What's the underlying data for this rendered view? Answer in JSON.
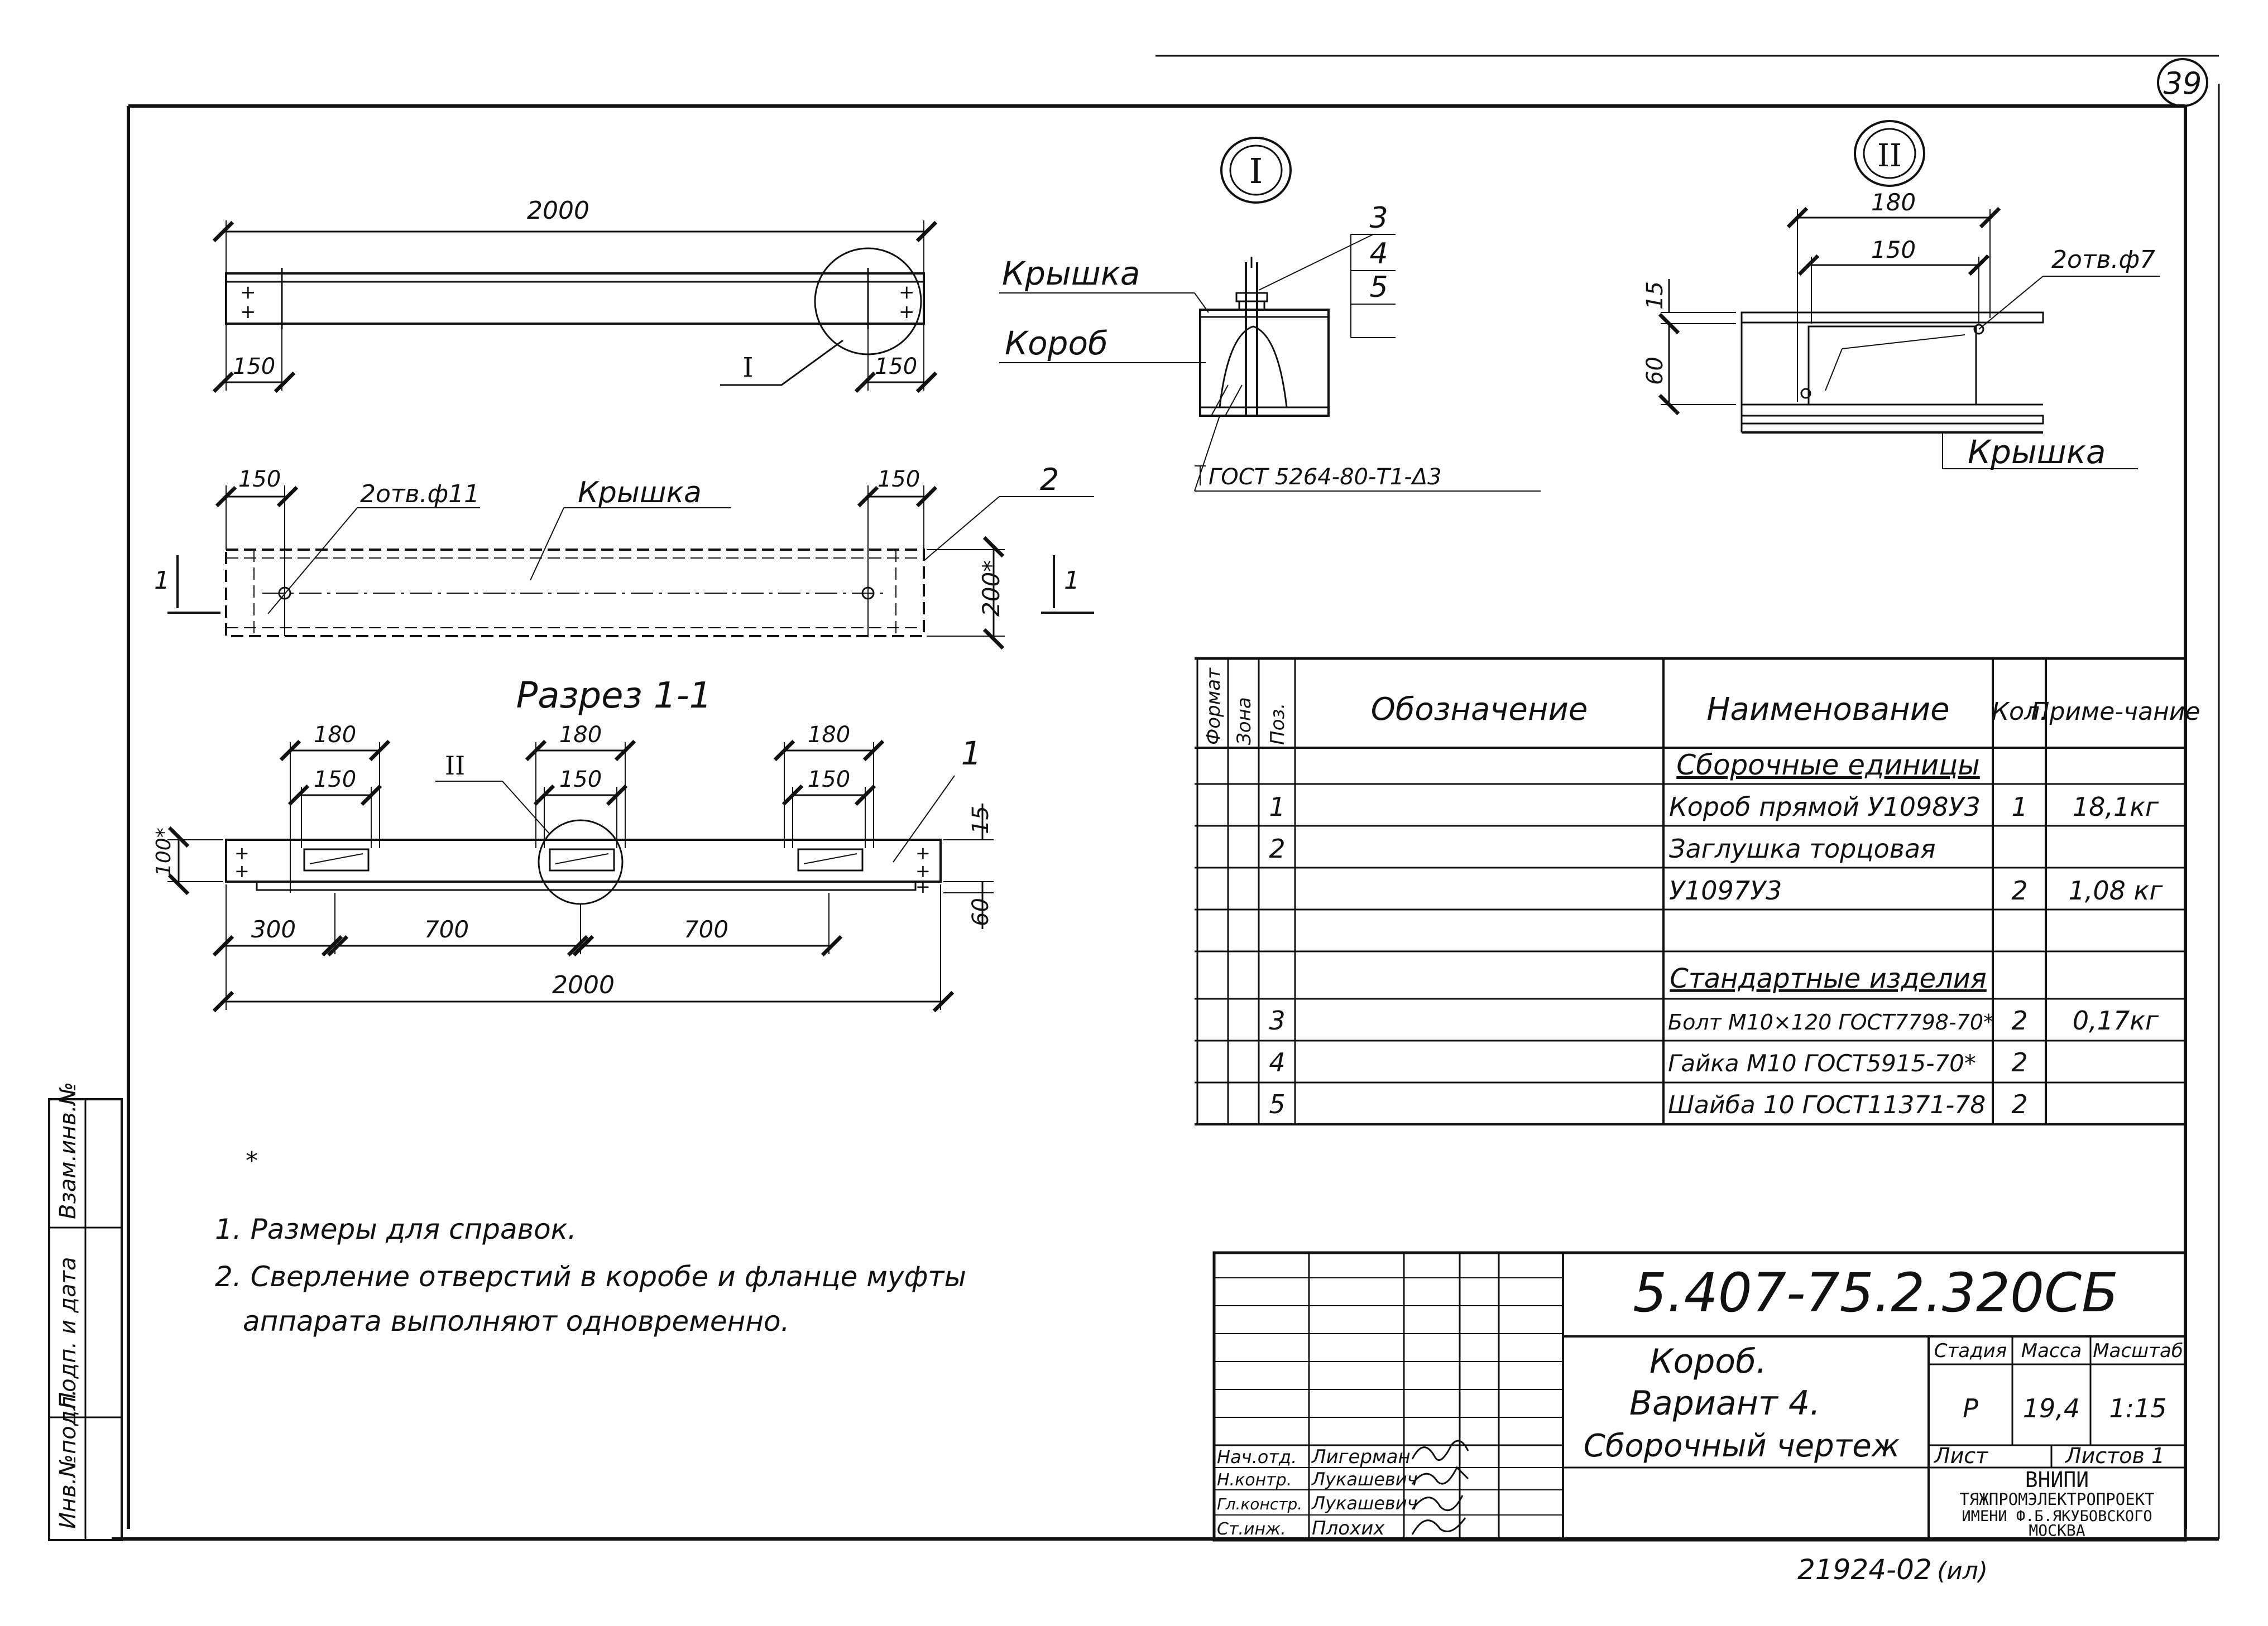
{
  "sheet": {
    "number": "39"
  },
  "callouts": {
    "detail_1": "I",
    "detail_2": "II"
  },
  "view_top": {
    "length": "2000",
    "end_left": "150",
    "end_right": "150",
    "detail_ref": "I"
  },
  "view_plan": {
    "end_left": "150",
    "end_right": "150",
    "hole_note": "2отв.ф11",
    "cover_label": "Крышка",
    "width_mark": "200*",
    "part_pos": "2",
    "section_mark": "1"
  },
  "section": {
    "title": "Разрез 1-1",
    "windows": [
      {
        "outer": "180",
        "inner": "150"
      },
      {
        "outer": "180",
        "inner": "150"
      },
      {
        "outer": "180",
        "inner": "150"
      }
    ],
    "detail_ref": "II",
    "part_pos": "1",
    "height_mark": "100*",
    "dim_15": "15",
    "dim_60": "60",
    "spacing": [
      "300",
      "700",
      "700"
    ],
    "length": "2000"
  },
  "detail_1": {
    "pos_3": "3",
    "pos_4": "4",
    "pos_5": "5",
    "cover_label": "Крышка",
    "box_label": "Короб",
    "weld_note": "ГОСТ 5264-80-Т1-Δ3"
  },
  "detail_2": {
    "dim_outer": "180",
    "dim_inner": "150",
    "hole_note": "2отв.ф7",
    "dim_15": "15",
    "dim_60": "60",
    "cover_label": "Крышка"
  },
  "spec_table": {
    "headers": {
      "format": "Формат",
      "zone": "Зона",
      "pos": "Поз.",
      "designation": "Обозначение",
      "name": "Наименование",
      "qty": "Кол.",
      "note": "Приме-чание"
    },
    "rows": [
      {
        "pos": "",
        "name": "Сборочные единицы",
        "qty": "",
        "note": "",
        "section": true
      },
      {
        "pos": "1",
        "name": "Короб прямой У1098У3",
        "qty": "1",
        "note": "18,1кг"
      },
      {
        "pos": "2",
        "name": "Заглушка торцовая",
        "qty": "",
        "note": ""
      },
      {
        "pos": "",
        "name": "У1097У3",
        "qty": "2",
        "note": "1,08 кг"
      },
      {
        "pos": "",
        "name": "",
        "qty": "",
        "note": ""
      },
      {
        "pos": "",
        "name": "Стандартные изделия",
        "qty": "",
        "note": "",
        "section": true
      },
      {
        "pos": "3",
        "name": "Болт М10×120 ГОСТ7798-70*",
        "qty": "2",
        "note": "0,17кг"
      },
      {
        "pos": "4",
        "name": "Гайка М10 ГОСТ5915-70*",
        "qty": "2",
        "note": ""
      },
      {
        "pos": "5",
        "name": "Шайба 10 ГОСТ11371-78",
        "qty": "2",
        "note": ""
      }
    ]
  },
  "notes": {
    "asterisk": "*",
    "items": [
      "1. Размеры для справок.",
      "2. Сверление отверстий в коробе и фланце муфты",
      "аппарата выполняют одновременно."
    ]
  },
  "title_block": {
    "doc_code": "5.407-75.2.320СБ",
    "title_lines": [
      "Короб.",
      "Вариант 4.",
      "Сборочный чертеж"
    ],
    "stage_label": "Стадия",
    "mass_label": "Масса",
    "scale_label": "Масштаб",
    "stage": "Р",
    "mass": "19,4",
    "scale": "1:15",
    "sheet_label": "Лист",
    "sheets_label": "Листов 1",
    "org_lines": [
      "ВНИПИ",
      "ТЯЖПРОМЭЛЕКТРОПРОЕКТ",
      "ИМЕНИ Ф.Б.ЯКУБОВСКОГО",
      "МОСКВА"
    ],
    "staff": [
      {
        "role": "Нач.отд.",
        "name": "Лигерман"
      },
      {
        "role": "Н.контр.",
        "name": "Лукашевич"
      },
      {
        "role": "Гл.констр.",
        "name": "Лукашевич"
      },
      {
        "role": "Ст.инж.",
        "name": "Плохих"
      }
    ]
  },
  "side_stamp": [
    "Инв.№подл.",
    "Подп. и дата",
    "Взам.инв.№"
  ],
  "footer": {
    "archive": "21924-02",
    "mark": "(ил)"
  }
}
